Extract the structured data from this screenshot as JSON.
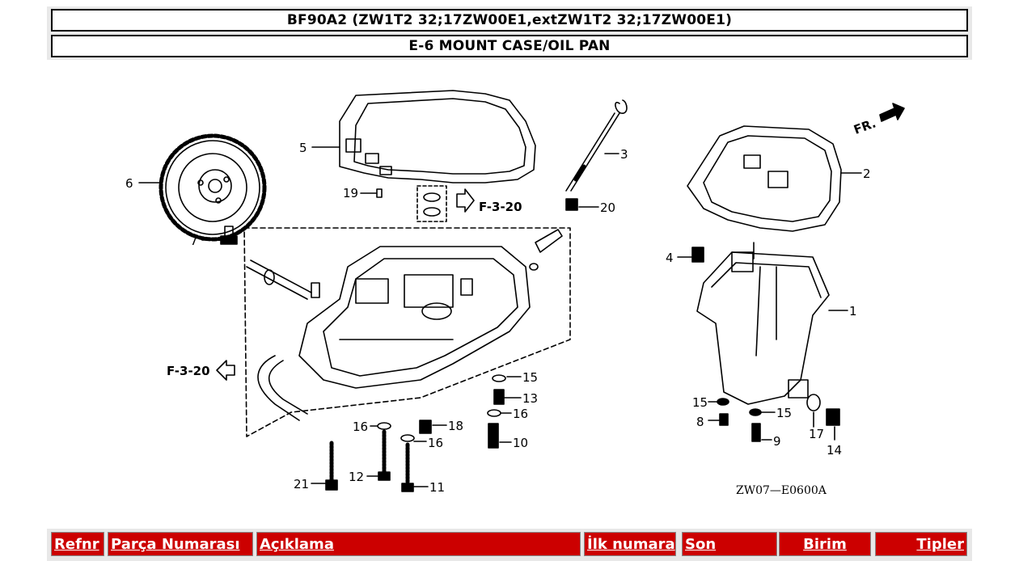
{
  "header": {
    "model": "BF90A2 (ZW1T2 32;17ZW00E1,extZW1T2 32;17ZW00E1)",
    "section": "E-6 MOUNT CASE/OIL PAN"
  },
  "diagram": {
    "ref_code": "ZW07—E0600A",
    "fr_label": "FR.",
    "callouts": {
      "c1": "1",
      "c2": "2",
      "c3": "3",
      "c4": "4",
      "c5": "5",
      "c6": "6",
      "c7": "7",
      "c8": "8",
      "c9": "9",
      "c10": "10",
      "c11": "11",
      "c12": "12",
      "c13": "13",
      "c14": "14",
      "c15a": "15",
      "c15b": "15",
      "c15c": "15",
      "c16a": "16",
      "c16b": "16",
      "c16c": "16",
      "c17": "17",
      "c18": "18",
      "c19": "19",
      "c20": "20",
      "c21": "21"
    },
    "refs": {
      "top": "F-3-20",
      "left": "F-3-20"
    }
  },
  "table": {
    "columns": [
      "Refnr",
      "Parça Numarası",
      "Açıklama",
      "İlk numara",
      "Son",
      "Birim",
      "Tipler"
    ]
  }
}
